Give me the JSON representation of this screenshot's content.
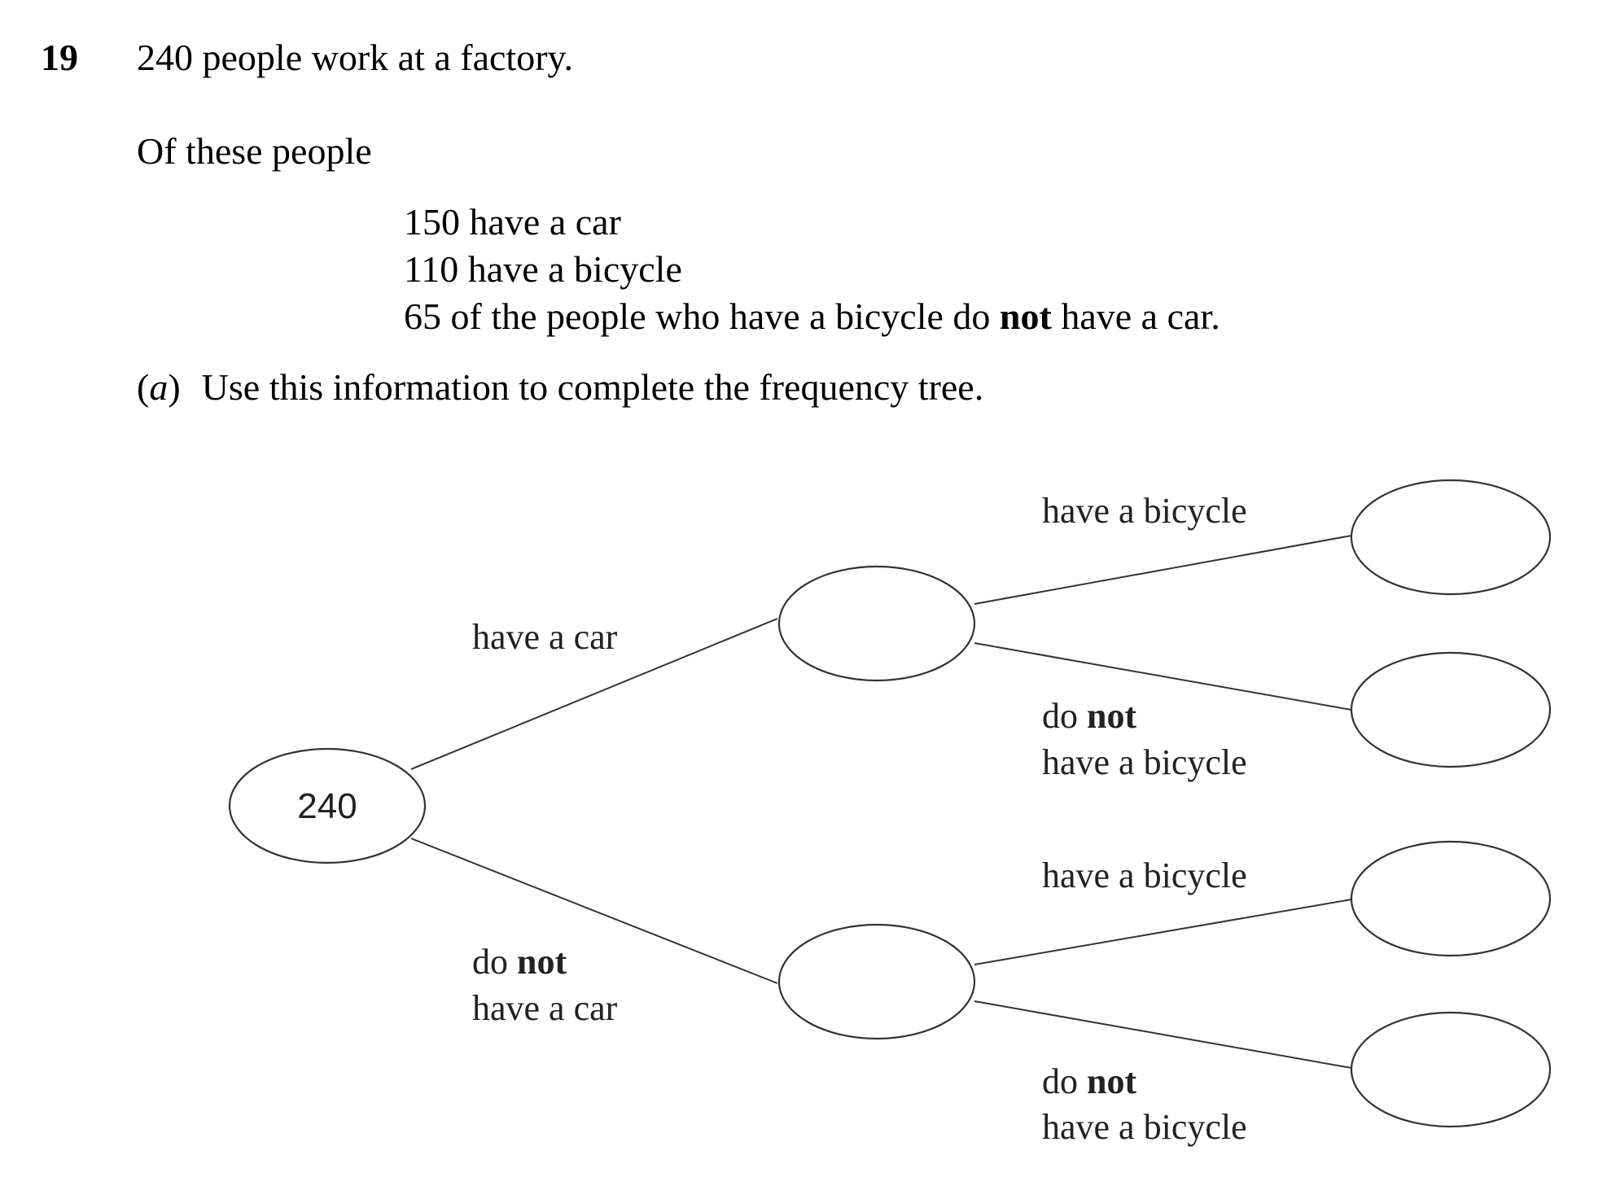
{
  "question": {
    "number": "19",
    "intro": "240 people work at a factory.",
    "lead": "Of these people",
    "facts": [
      "150 have a car",
      "110 have a bicycle"
    ],
    "fact3": {
      "before": "65 of the people who have a bicycle do ",
      "emphasis": "not",
      "after": " have a car."
    },
    "part_a": {
      "letter": "a",
      "instruction": "Use this information to complete the frequency tree."
    }
  },
  "tree": {
    "root_value": "240",
    "branch_have_car": "have a car",
    "branch_no_car": {
      "line1_prefix": "do ",
      "line1_emph": "not",
      "line2": "have a car"
    },
    "branch_have_bicycle": "have a bicycle",
    "branch_no_bicycle": {
      "line1_prefix": "do ",
      "line1_emph": "not",
      "line2": "have a bicycle"
    }
  }
}
